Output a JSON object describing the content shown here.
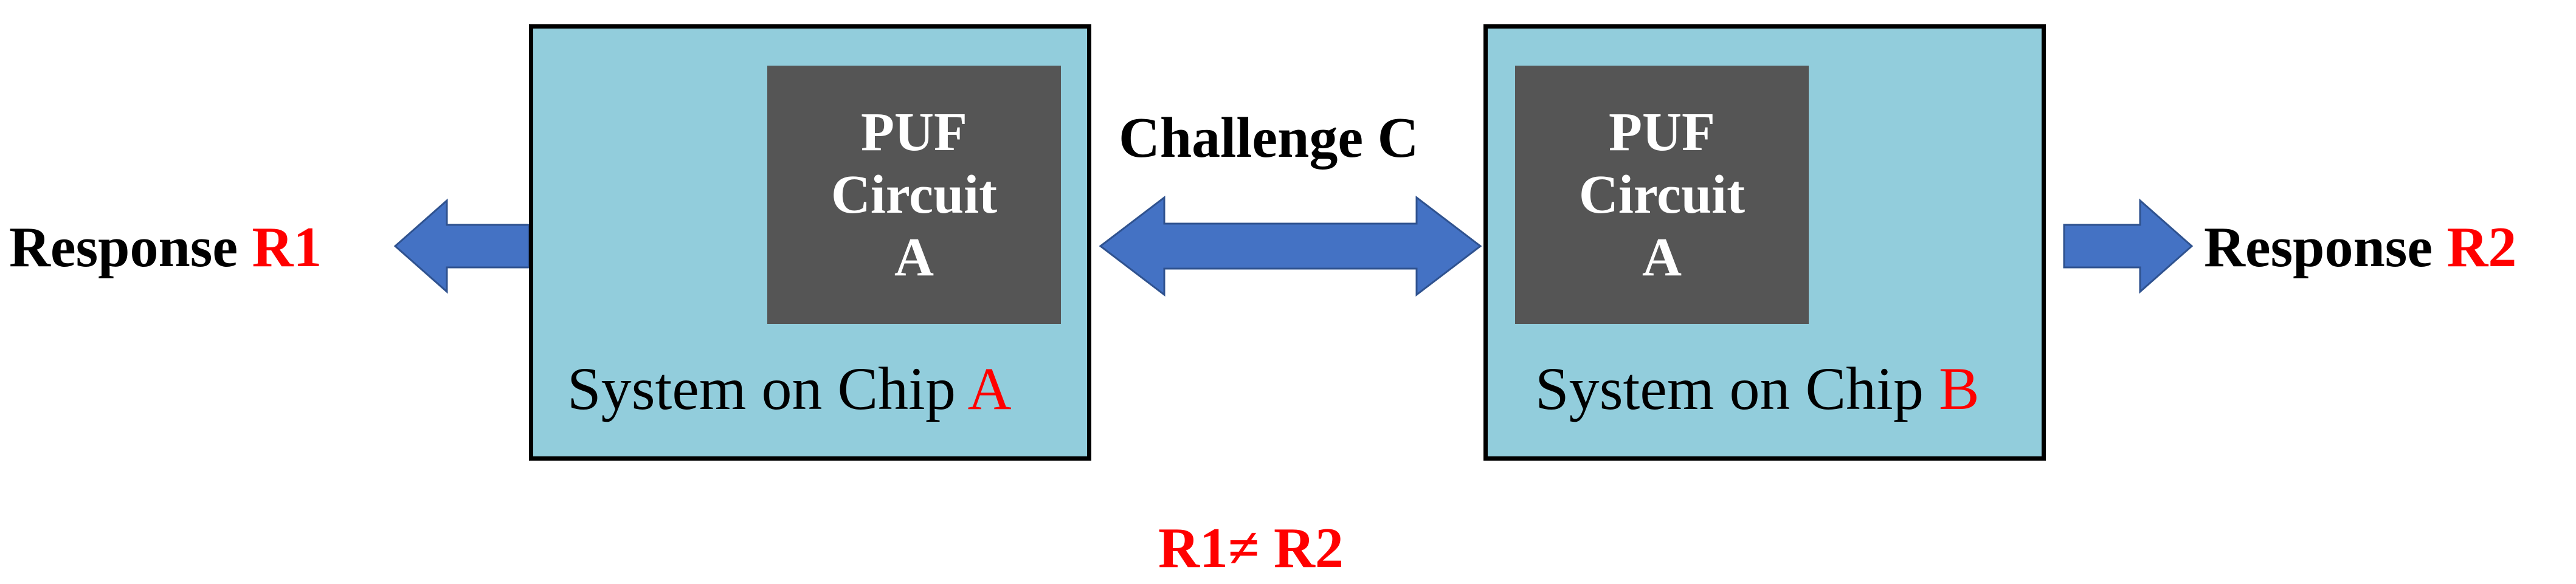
{
  "soc_a": {
    "label_prefix": "System on Chip ",
    "label_suffix": "A",
    "puf": {
      "line1": "PUF",
      "line2": "Circuit",
      "line3": "A"
    }
  },
  "soc_b": {
    "label_prefix": "System on Chip ",
    "label_suffix": "B",
    "puf": {
      "line1": "PUF",
      "line2": "Circuit",
      "line3": "A"
    }
  },
  "challenge": {
    "label": "Challenge C"
  },
  "responses": {
    "left": {
      "prefix": "Response ",
      "value": "R1"
    },
    "right": {
      "prefix": "Response ",
      "value": "R2"
    }
  },
  "inequality": "R1≠ R2",
  "colors": {
    "chip_fill": "#92CDDC",
    "puf_fill": "#555555",
    "arrow_fill": "#4472C4",
    "accent_red": "#FF0000"
  }
}
